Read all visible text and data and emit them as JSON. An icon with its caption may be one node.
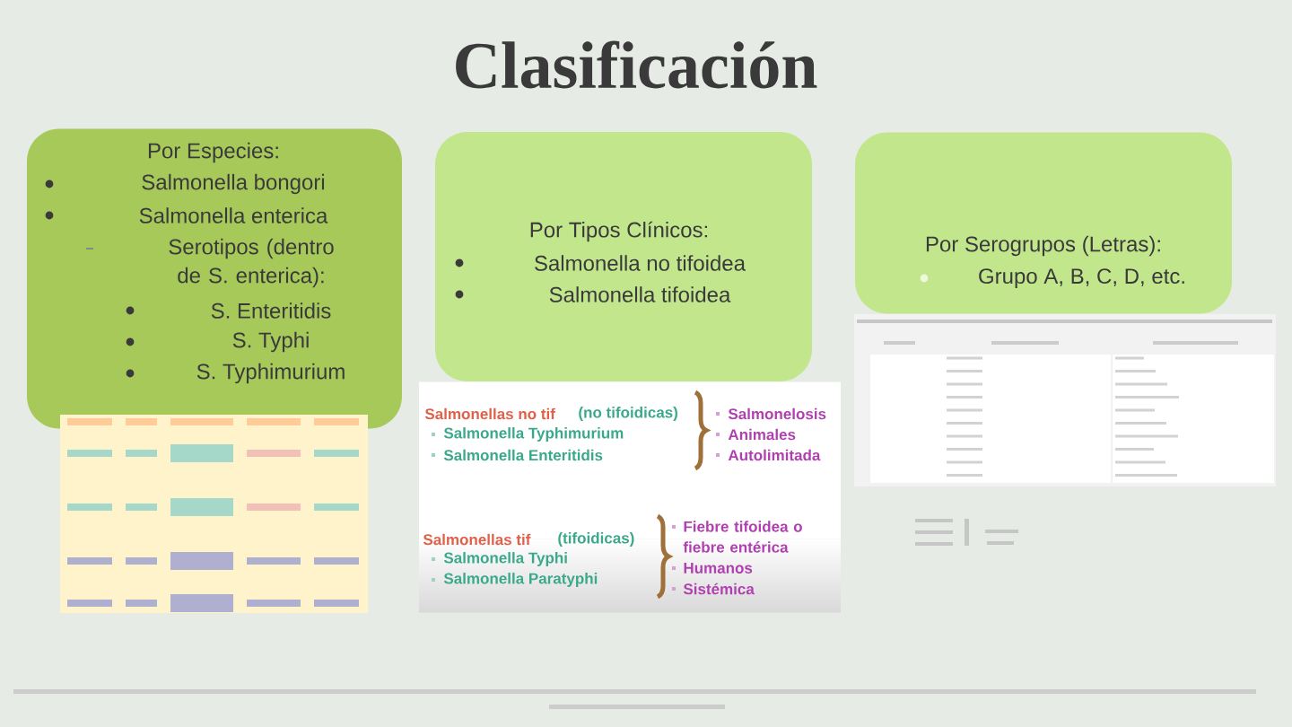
{
  "diagram": {
    "title": "Clasificación",
    "nodes": [
      {
        "text": [
          "Por Especies:",
          "Salmonella bongori",
          "Salmonella enterica",
          "Serotipos (dentro de S. enterica):",
          "S. Enteritidis",
          "S. Typhi",
          "S. Typhimurium"
        ]
      },
      {
        "text": [
          "Por Tipos Clínicos:",
          "Salmonella no tifoidea",
          "Salmonella tifoidea"
        ]
      },
      {
        "text": [
          "Por Serogrupos (Letras):",
          "Grupo A, B, C, D, etc."
        ]
      }
    ],
    "edges": [],
    "labels": [
      "Salmonellas no tif",
      "(no tifoidicas)",
      "Salmonella Typhimurium",
      "Salmonella Enteritidis",
      "Salmonelosis",
      "Animales",
      "Autolimitada",
      "Salmonellas tif",
      "(tifoidicas)",
      "Salmonella Typhi",
      "Salmonella Paratyphi",
      "Fiebre tifoidea o fiebre entérica",
      "Humanos",
      "Sistémica"
    ]
  }
}
